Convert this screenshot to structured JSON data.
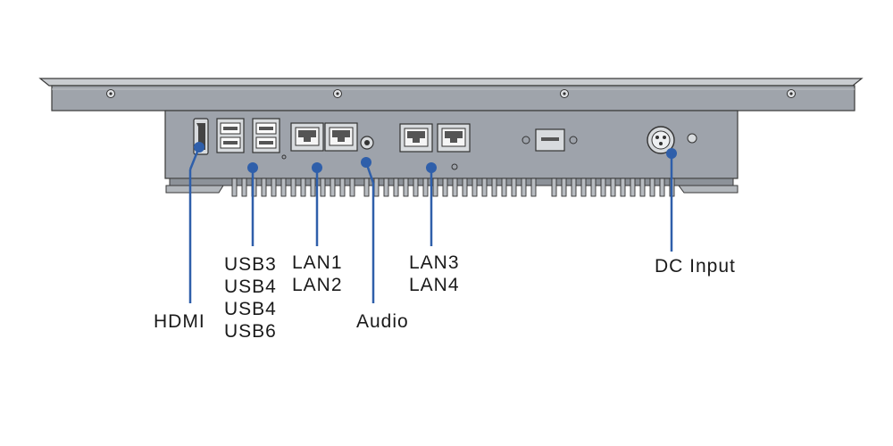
{
  "labels": {
    "hdmi": "HDMI",
    "usb": [
      "USB3",
      "USB4",
      "USB4",
      "USB6"
    ],
    "lan12": [
      "LAN1",
      "LAN2"
    ],
    "audio": "Audio",
    "lan34": [
      "LAN3",
      "LAN4"
    ],
    "dc": "DC Input"
  },
  "colors": {
    "leader_line": "#2f5faa",
    "dot": "#2f5faa",
    "panel_body": "#9ea3ab",
    "panel_frame": "#b9bdc3",
    "outline": "#3a3a3a",
    "port_fill": "#d8dbde"
  },
  "icons": [
    "screw-icon",
    "usb-port-icon",
    "rj45-port-icon",
    "audio-jack-icon",
    "hdmi-port-icon",
    "dc-jack-icon",
    "cover-plate-icon",
    "heatsink-fin-icon"
  ]
}
